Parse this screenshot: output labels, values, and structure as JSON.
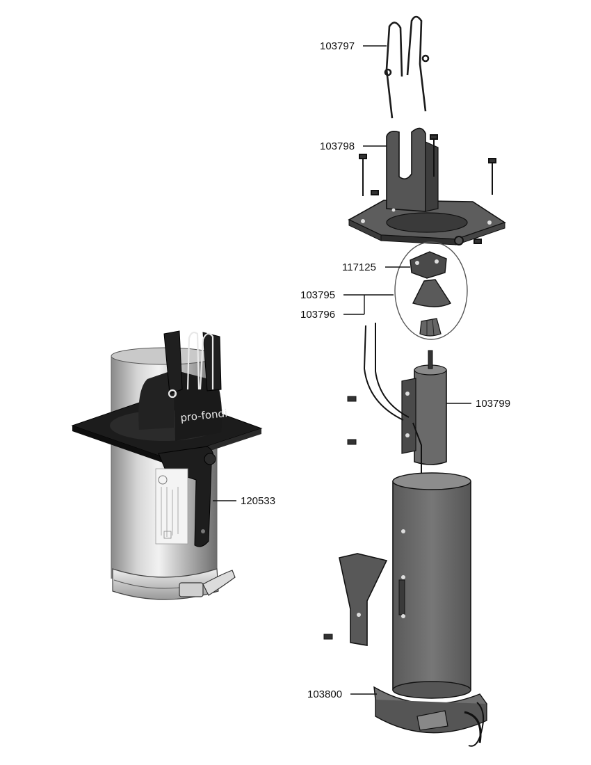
{
  "callouts": {
    "p103797": "103797",
    "p103798": "103798",
    "p117125": "117125",
    "p103795": "103795",
    "p103796": "103796",
    "p103799": "103799",
    "p120533": "120533",
    "p103800": "103800"
  },
  "product": {
    "brand": "pro-fondi"
  }
}
